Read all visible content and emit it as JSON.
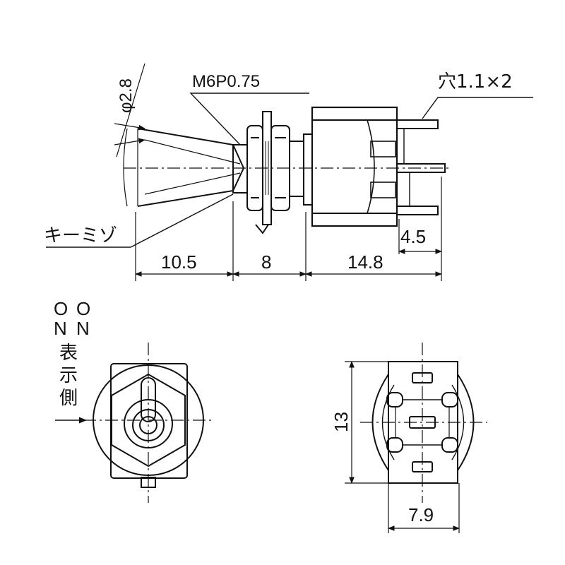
{
  "labels": {
    "lever_diameter": "φ2.8",
    "thread": "M6P0.75",
    "terminal_hole": "穴1.1×2",
    "key_slot": "キーミゾ",
    "on_side_top": "ON",
    "on_side_left_char": "O",
    "on_side_right_char": "O",
    "n_left": "N",
    "n_right": "N",
    "display_side": [
      "表",
      "示",
      "側"
    ]
  },
  "dimensions": {
    "lever_length": "10.5",
    "bushing_length": "8",
    "body_length": "14.8",
    "terminal_length": "4.5",
    "body_height": "13",
    "body_width": "7.9"
  }
}
